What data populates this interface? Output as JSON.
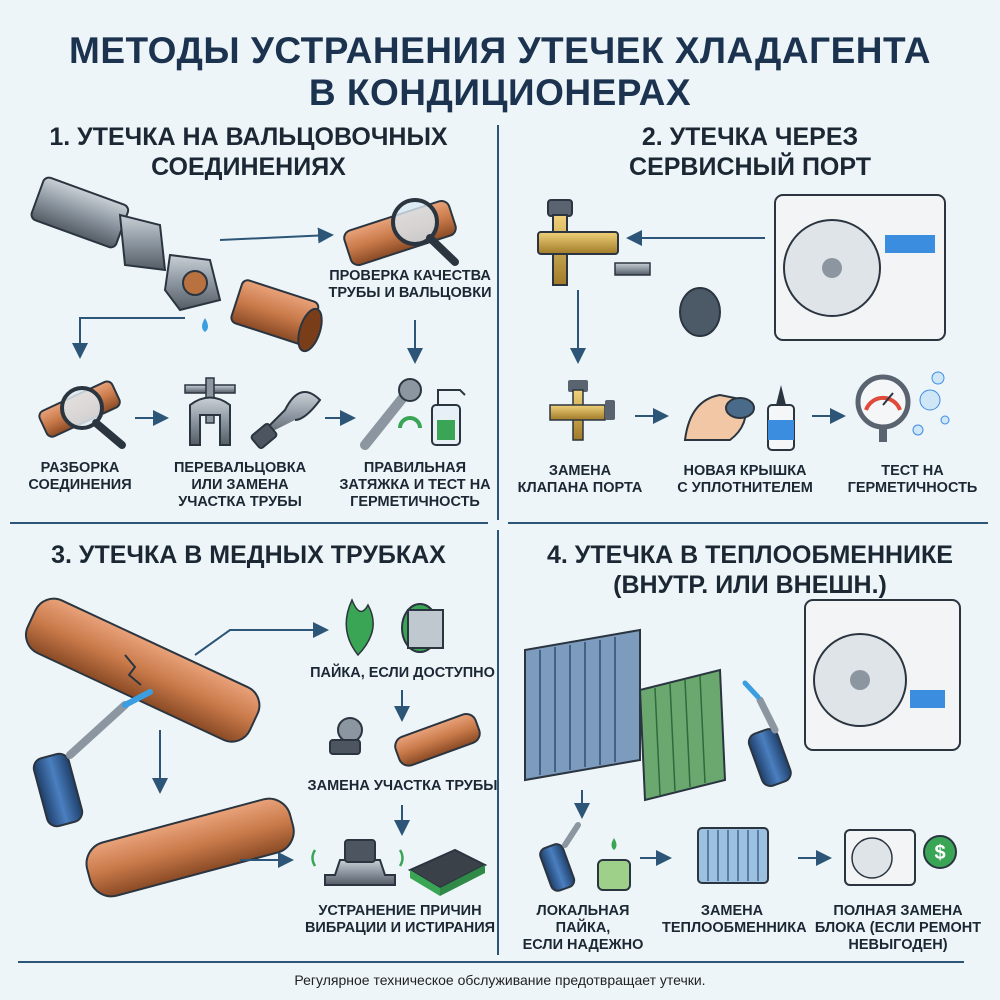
{
  "title": {
    "line1": "МЕТОДЫ УСТРАНЕНИЯ УТЕЧЕК ХЛАДАГЕНТА",
    "line2": "В КОНДИЦИОНЕРАХ"
  },
  "sections": [
    {
      "title_line1": "1. УТЕЧКА НА ВАЛЬЦОВОЧНЫХ",
      "title_line2": "СОЕДИНЕНИЯХ",
      "top_step": {
        "line1": "ПРОВЕРКА КАЧЕСТВА",
        "line2": "ТРУБЫ И ВАЛЬЦОВКИ"
      },
      "steps": [
        {
          "line1": "РАЗБОРКА",
          "line2": "СОЕДИНЕНИЯ",
          "line3": ""
        },
        {
          "line1": "ПЕРЕВАЛЬЦОВКА",
          "line2": "ИЛИ ЗАМЕНА",
          "line3": "УЧАСТКА ТРУБЫ"
        },
        {
          "line1": "ПРАВИЛЬНАЯ",
          "line2": "ЗАТЯЖКА И ТЕСТ НА",
          "line3": "ГЕРМЕТИЧНОСТЬ"
        }
      ]
    },
    {
      "title_line1": "2. УТЕЧКА ЧЕРЕЗ",
      "title_line2": "СЕРВИСНЫЙ ПОРТ",
      "steps": [
        {
          "line1": "ЗАМЕНА",
          "line2": "КЛАПАНА ПОРТА"
        },
        {
          "line1": "НОВАЯ КРЫШКА",
          "line2": "С УПЛОТНИТЕЛЕМ"
        },
        {
          "line1": "ТЕСТ НА",
          "line2": "ГЕРМЕТИЧНОСТЬ"
        }
      ]
    },
    {
      "title_line1": "3. УТЕЧКА В МЕДНЫХ ТРУБКАХ",
      "steps": [
        {
          "line1": "ПАЙКА, ЕСЛИ ДОСТУПНО"
        },
        {
          "line1": "ЗАМЕНА УЧАСТКА ТРУБЫ"
        },
        {
          "line1": "УСТРАНЕНИЕ ПРИЧИН",
          "line2": "ВИБРАЦИИ И ИСТИРАНИЯ"
        }
      ]
    },
    {
      "title_line1": "4. УТЕЧКА В ТЕПЛООБМЕННИКЕ",
      "title_line2": "(ВНУТР. ИЛИ ВНЕШН.)",
      "steps": [
        {
          "line1": "ЛОКАЛЬНАЯ ПАЙКА,",
          "line2": "ЕСЛИ НАДЕЖНО",
          "line3": ""
        },
        {
          "line1": "ЗАМЕНА",
          "line2": "ТЕПЛООБМЕННИКА",
          "line3": ""
        },
        {
          "line1": "ПОЛНАЯ ЗАМЕНА",
          "line2": "БЛОКА (ЕСЛИ РЕМОНТ",
          "line3": "НЕВЫГОДЕН)"
        }
      ]
    }
  ],
  "footer": "Регулярное техническое обслуживание предотвращает утечки.",
  "colors": {
    "background": "#eef5f9",
    "title": "#1c3350",
    "divider": "#2d5577",
    "arrow": "#2d5577",
    "copper": "#c97a4a",
    "steel": "#8c96a0",
    "brass": "#c9a347",
    "green": "#3aa655",
    "torch_blue": "#2f5e94"
  }
}
